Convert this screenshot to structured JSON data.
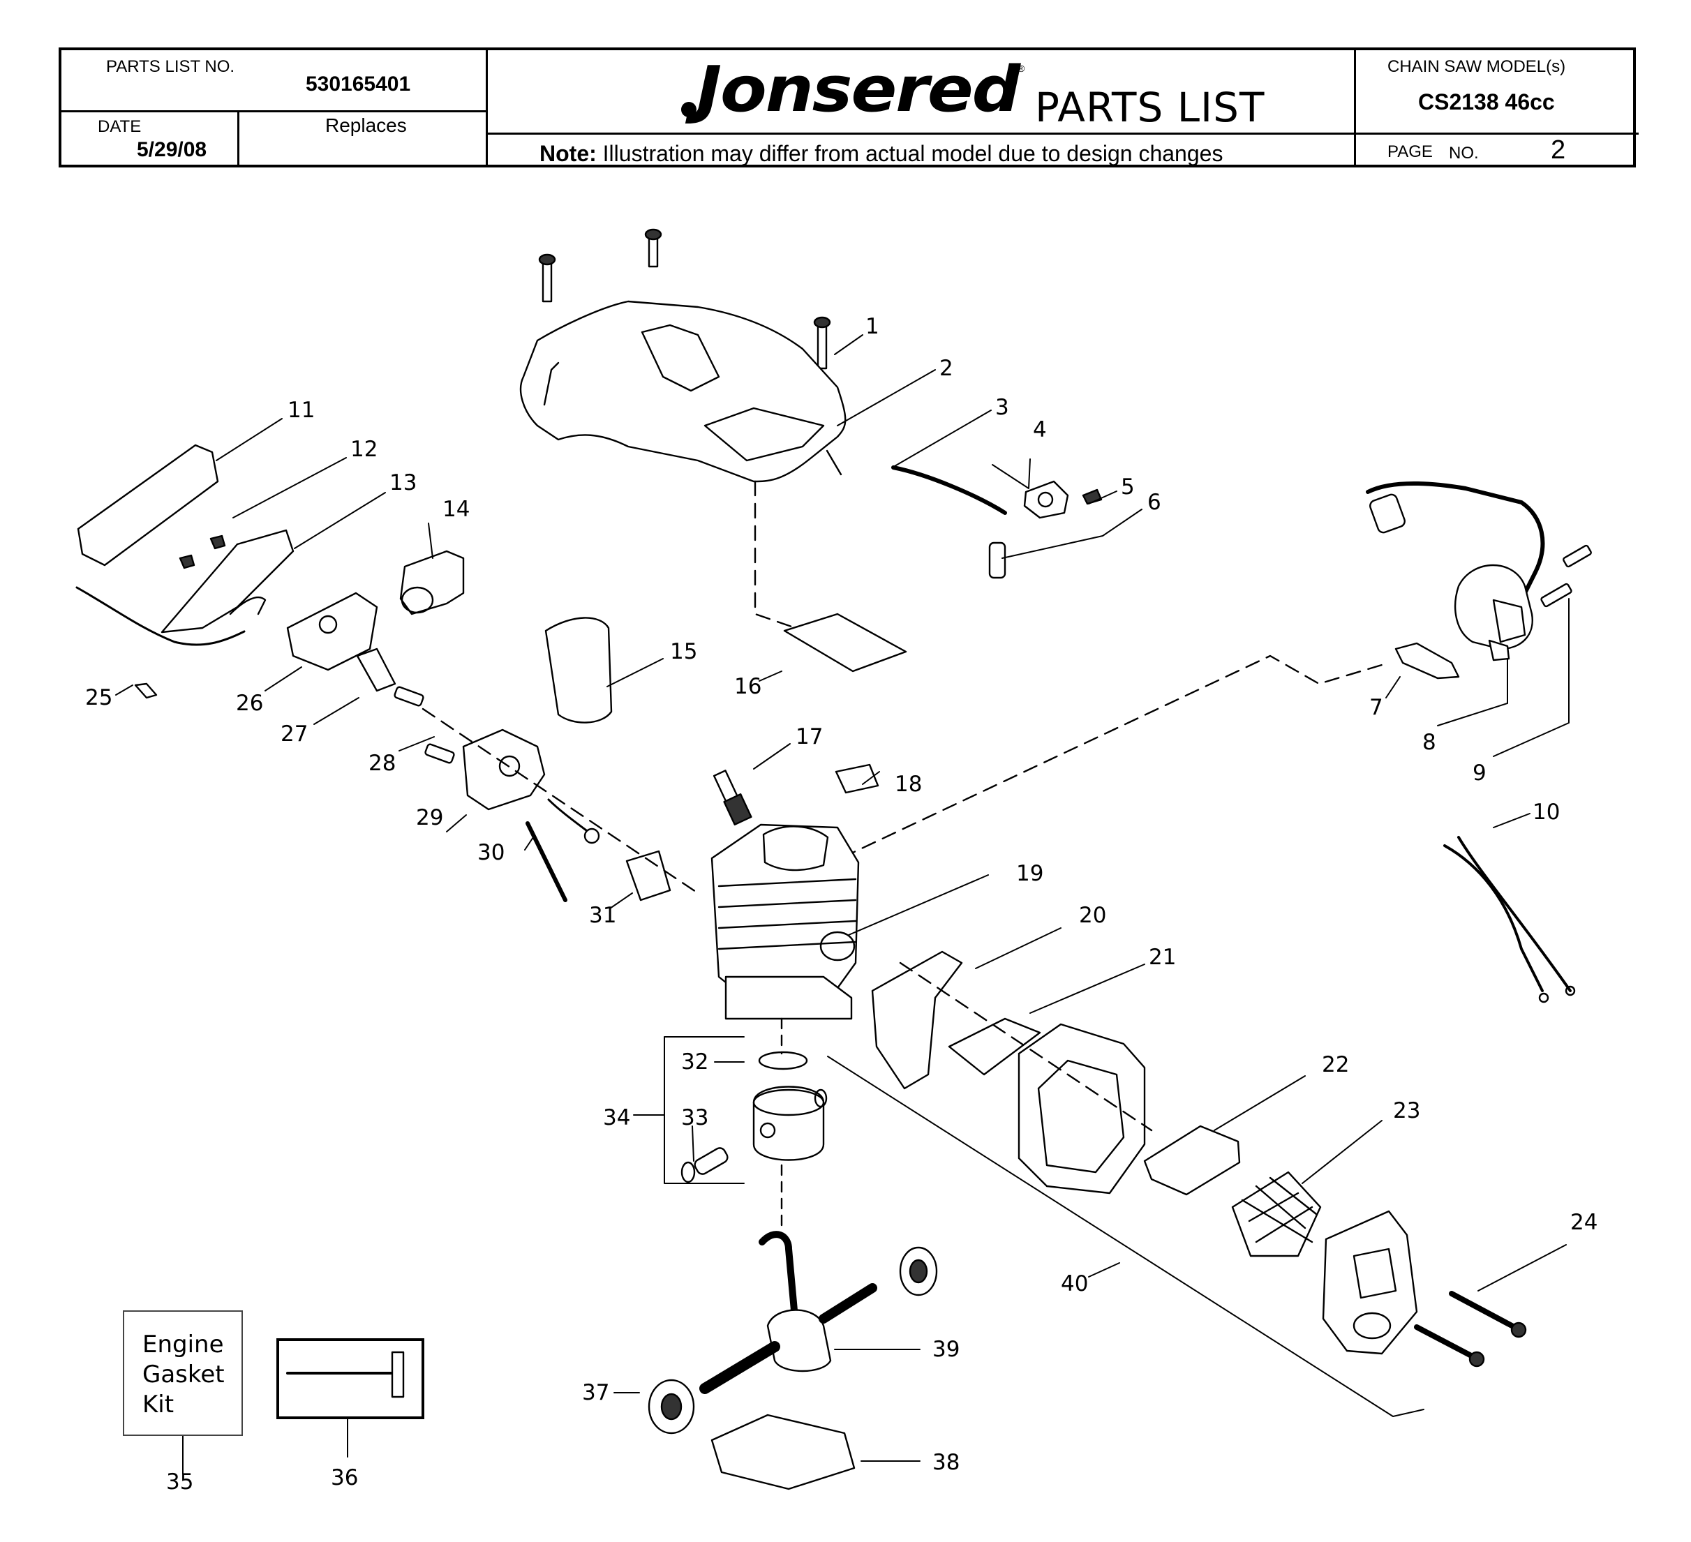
{
  "header": {
    "parts_list_no_label": "PARTS LIST NO.",
    "parts_list_no": "530165401",
    "date_label": "DATE",
    "date": "5/29/08",
    "replaces_label": "Replaces",
    "brand": "Jonsered",
    "title": "PARTS LIST",
    "note_bold": "Note:",
    "note": "Illustration may differ from actual model due to design changes",
    "model_label": "CHAIN SAW MODEL(s)",
    "model": "CS2138 46cc",
    "page_label": "PAGE",
    "no_label": "NO.",
    "page_no": "2"
  },
  "kit": {
    "line1": "Engine",
    "line2": "Gasket",
    "line3": "Kit"
  },
  "callouts": [
    "1",
    "2",
    "3",
    "4",
    "5",
    "6",
    "7",
    "8",
    "9",
    "10",
    "11",
    "12",
    "13",
    "14",
    "15",
    "16",
    "17",
    "18",
    "19",
    "20",
    "21",
    "22",
    "23",
    "24",
    "25",
    "26",
    "27",
    "28",
    "29",
    "30",
    "31",
    "32",
    "33",
    "34",
    "35",
    "36",
    "37",
    "38",
    "39",
    "40"
  ]
}
